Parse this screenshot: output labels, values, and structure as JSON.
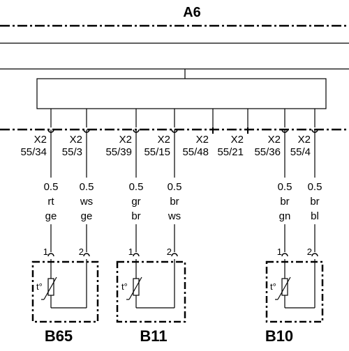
{
  "title": "A6",
  "connectors": [
    {
      "id": "X2",
      "pin": "55/34"
    },
    {
      "id": "X2",
      "pin": "55/3"
    },
    {
      "id": "X2",
      "pin": "55/39"
    },
    {
      "id": "X2",
      "pin": "55/15"
    },
    {
      "id": "X2",
      "pin": "55/48"
    },
    {
      "id": "X2",
      "pin": "55/21"
    },
    {
      "id": "X2",
      "pin": "55/36"
    },
    {
      "id": "X2",
      "pin": "55/4"
    }
  ],
  "wires": [
    {
      "gauge": "0.5",
      "color1": "rt",
      "color2": "ge"
    },
    {
      "gauge": "0.5",
      "color1": "ws",
      "color2": "ge"
    },
    {
      "gauge": "0.5",
      "color1": "gr",
      "color2": "br"
    },
    {
      "gauge": "0.5",
      "color1": "br",
      "color2": "ws"
    },
    {
      "gauge": "0.5",
      "color1": "br",
      "color2": "gn"
    },
    {
      "gauge": "0.5",
      "color1": "br",
      "color2": "bl"
    }
  ],
  "sensors": [
    {
      "name": "B65",
      "pin1": "1",
      "pin2": "2",
      "symbol": "t°"
    },
    {
      "name": "B11",
      "pin1": "1",
      "pin2": "2",
      "symbol": "t°"
    },
    {
      "name": "B10",
      "pin1": "1",
      "pin2": "2",
      "symbol": "t°"
    }
  ]
}
